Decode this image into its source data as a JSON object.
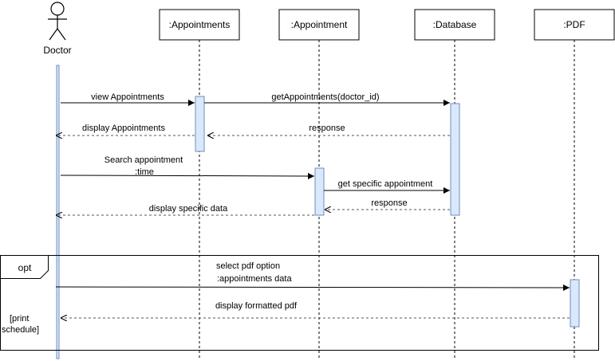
{
  "actor": {
    "name": "Doctor"
  },
  "lifelines": [
    {
      "id": "appointments",
      "label": ":Appointments"
    },
    {
      "id": "appointment",
      "label": ":Appointment"
    },
    {
      "id": "database",
      "label": ":Database"
    },
    {
      "id": "pdf",
      "label": ":PDF"
    }
  ],
  "messages": [
    {
      "text": "view  Appointments",
      "kind": "sync"
    },
    {
      "text": "getAppointments(doctor_id)",
      "kind": "sync"
    },
    {
      "text": "display  Appointments",
      "kind": "return"
    },
    {
      "text": "response",
      "kind": "return"
    },
    {
      "text": "Search appointment",
      "text2": ":time",
      "kind": "sync"
    },
    {
      "text": "get specific appointment",
      "kind": "sync"
    },
    {
      "text": "response",
      "kind": "return"
    },
    {
      "text": "display specific data",
      "kind": "return"
    },
    {
      "text": "select pdf option",
      "text2": ":appointments data",
      "kind": "sync"
    },
    {
      "text": "display formatted pdf",
      "kind": "return"
    }
  ],
  "fragment": {
    "operator": "opt",
    "guard_line1": "[print",
    "guard_line2": "schedule]"
  },
  "colors": {
    "activation_fill": "#dae8fc",
    "activation_stroke": "#6c8ebf",
    "line": "#000000",
    "dashed": "#555555"
  }
}
